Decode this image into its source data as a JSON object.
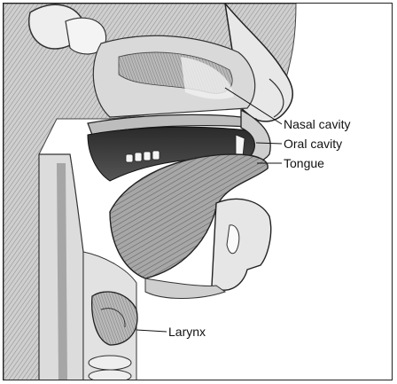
{
  "diagram": {
    "labels": {
      "nasal_cavity": "Nasal cavity",
      "oral_cavity": "Oral cavity",
      "tongue": "Tongue",
      "larynx": "Larynx"
    }
  }
}
